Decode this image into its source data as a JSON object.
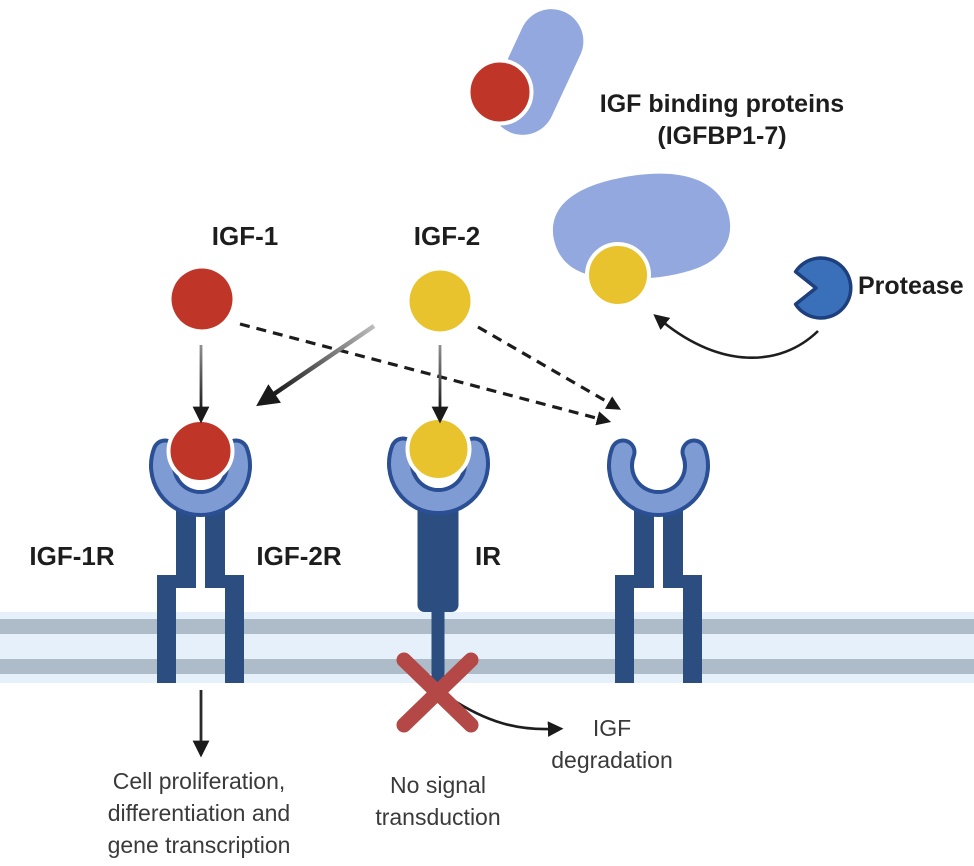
{
  "labels": {
    "binding_proteins": {
      "line1": "IGF binding proteins",
      "line2": "(IGFBP1-7)"
    },
    "protease": "Protease",
    "ligands": {
      "igf1": "IGF-1",
      "igf2": "IGF-2"
    },
    "receptors": {
      "igf1r": "IGF-1R",
      "igf2r": "IGF-2R",
      "ir": "IR"
    },
    "outcomes": {
      "igf1r_lines": [
        "Cell proliferation,",
        "differentiation and",
        "gene transcription"
      ],
      "igf2r_lines": [
        "No signal",
        "transduction"
      ],
      "degradation_lines": [
        "IGF",
        "degradation"
      ]
    }
  },
  "icons": {
    "binding_protein_blob": "rounded-blue-blob",
    "igf1_ligand": "red-circle",
    "igf2_ligand": "yellow-circle",
    "protease": "pacman-wedge-circle",
    "receptor": "cup-on-stems-through-membrane",
    "blocked_signal": "red-x-cross",
    "membrane": "lipid-bilayer-band"
  },
  "colors": {
    "ligand_red": "#bf3629",
    "ligand_yellow": "#e9c32e",
    "blob_blue": "#92a8de",
    "cup_fill": "#7f9bd4",
    "cup_outline": "#2a4f94",
    "receptor_navy": "#2b4d80",
    "protease_fill": "#3a6fba",
    "protease_outline": "#1d3f7e",
    "membrane_gray": "#aebcca",
    "membrane_light": "#e6f0fa",
    "x_red": "#b34846",
    "arrow_dark": "#1a1a1a",
    "text_dark": "#1d1d1d",
    "text_gray": "#3a3a3a"
  }
}
